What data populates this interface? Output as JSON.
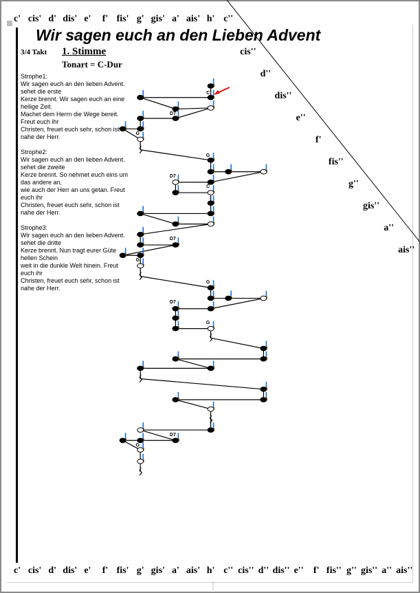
{
  "title": "Wir sagen euch an den Lieben Advent",
  "time_signature": "3/4 Takt",
  "voice": "1. Stimme",
  "key": "Tonart = C-Dur",
  "verses": [
    {
      "label": "Strophe1:",
      "lines": [
        "Wir sagen euch an den lieben Advent. sehet die erste",
        "Kerze brennt. Wir sagen euch an eine heilige Zeit.",
        "Machet dem Herrn die Wege bereit. Freut euch ihr",
        "Christen, freuet euch sehr, schon ist nahe der Herr."
      ]
    },
    {
      "label": "Strophe2:",
      "lines": [
        "Wir sagen euch an den lieben Advent. sehet die zweite",
        "Kerze brennt. So nehmet euch eins um das andere an,",
        "wie auch der Herr an uns getan. Freut euch ihr",
        "Christen, freuet euch sehr, schon ist nahe der Herr."
      ]
    },
    {
      "label": "Strophe3:",
      "lines": [
        "Wir sagen euch an den lieben Advent. sehet die dritte",
        "Kerze brennt. Nun tragt eurer Güte hellen Schein",
        "weit in die dunkle Welt hinein. Freut euch ihr",
        "Christen, freuet euch sehr, schon ist nahe der Herr."
      ]
    }
  ],
  "top_pitches": [
    "c'",
    "cis'",
    "d'",
    "dis'",
    "e'",
    "f'",
    "fis'",
    "g'",
    "gis'",
    "a'",
    "ais'",
    "h'",
    "c''"
  ],
  "diagonal_pitches": [
    "cis''",
    "d''",
    "dis''",
    "e''",
    "f'",
    "fis''",
    "g''",
    "gis''",
    "a''",
    "ais''"
  ],
  "bottom_pitches": [
    "c'",
    "cis'",
    "d'",
    "dis'",
    "e'",
    "f'",
    "fis'",
    "g'",
    "gis'",
    "a'",
    "ais'",
    "h'",
    "c''",
    "cis''",
    "d''",
    "dis''",
    "e''",
    "f'",
    "fis''",
    "g''",
    "gis''",
    "a''",
    "ais''"
  ],
  "chart_data": {
    "type": "scatter",
    "pitch_index": {
      "fis'": 6,
      "g'": 7,
      "a'": 9,
      "h'": 11,
      "c''": 12,
      "d''": 14
    },
    "notes": [
      [
        "h'",
        0,
        "f"
      ],
      [
        "h'",
        1.1,
        "f"
      ],
      [
        "g'",
        1.1,
        "f"
      ],
      [
        "a'",
        2.2,
        "f"
      ],
      [
        "h'",
        2.1,
        "o"
      ],
      [
        "a'",
        3.1,
        "f"
      ],
      [
        "g'",
        3.1,
        "f"
      ],
      [
        "g'",
        4.1,
        "f"
      ],
      [
        "fis'",
        4.1,
        "f"
      ],
      [
        "g'",
        5.1,
        "o"
      ],
      [
        "g'",
        6.1,
        "r"
      ],
      [
        "h'",
        7.1,
        "f"
      ],
      [
        "h'",
        8.2,
        "f"
      ],
      [
        "c''",
        8.2,
        "f"
      ],
      [
        "d''",
        8.2,
        "o"
      ],
      [
        "h'",
        9.2,
        "f"
      ],
      [
        "a'",
        9.2,
        "o"
      ],
      [
        "a'",
        10.2,
        "f"
      ],
      [
        "h'",
        10.2,
        "o"
      ],
      [
        "h'",
        11.2,
        "f"
      ],
      [
        "h'",
        12.2,
        "f"
      ],
      [
        "g'",
        12.2,
        "f"
      ],
      [
        "a'",
        13.2,
        "f"
      ],
      [
        "h'",
        13.2,
        "o"
      ],
      [
        "g'",
        14.2,
        "f"
      ],
      [
        "g'",
        15.2,
        "f"
      ],
      [
        "a'",
        15.2,
        "f"
      ],
      [
        "fis'",
        16.2,
        "f"
      ],
      [
        "g'",
        16.2,
        "f"
      ],
      [
        "g'",
        17.2,
        "o"
      ],
      [
        "g'",
        18.2,
        "r"
      ],
      [
        "h'",
        19.3,
        "f"
      ],
      [
        "h'",
        20.3,
        "f"
      ],
      [
        "c''",
        20.3,
        "f"
      ],
      [
        "d''",
        20.3,
        "o"
      ],
      [
        "h'",
        21.3,
        "f"
      ],
      [
        "a'",
        21.3,
        "f"
      ],
      [
        "a'",
        22.2,
        "f"
      ],
      [
        "a'",
        23.2,
        "f"
      ],
      [
        "h'",
        23.2,
        "o"
      ],
      [
        "h'",
        24.1,
        "r"
      ],
      [
        "d''",
        25.1,
        "f"
      ],
      [
        "d''",
        26.1,
        "f"
      ],
      [
        "a'",
        26.1,
        "f"
      ],
      [
        "h'",
        27.0,
        "f"
      ],
      [
        "g'",
        27.0,
        "f"
      ],
      [
        "g'",
        28.0,
        "r"
      ],
      [
        "d''",
        29.0,
        "f"
      ],
      [
        "d''",
        30.0,
        "f"
      ],
      [
        "a'",
        30.0,
        "f"
      ],
      [
        "h'",
        30.9,
        "o"
      ],
      [
        "h'",
        31.9,
        "r"
      ],
      [
        "h'",
        32.9,
        "f"
      ],
      [
        "g'",
        32.9,
        "o"
      ],
      [
        "a'",
        33.9,
        "f"
      ],
      [
        "g'",
        33.9,
        "f"
      ],
      [
        "fis'",
        33.9,
        "f"
      ],
      [
        "g'",
        34.8,
        "o"
      ],
      [
        "g'",
        35.9,
        "o"
      ],
      [
        "g'",
        36.9,
        "r"
      ]
    ],
    "chords": [
      [
        "C",
        "h'",
        0.7
      ],
      [
        "D7",
        "a'",
        2.7
      ],
      [
        "G",
        "g'",
        4.6
      ],
      [
        "G",
        "h'",
        6.7
      ],
      [
        "D7",
        "a'",
        8.7
      ],
      [
        "C",
        "h'",
        9.7
      ],
      [
        "D7",
        "a'",
        14.7
      ],
      [
        "G",
        "g'",
        16.7
      ],
      [
        "G",
        "h'",
        18.8
      ],
      [
        "D7",
        "a'",
        20.7
      ],
      [
        "G",
        "h'",
        22.7
      ],
      [
        "D7",
        "a'",
        33.4
      ],
      [
        "G",
        "g'",
        34.4
      ]
    ]
  }
}
